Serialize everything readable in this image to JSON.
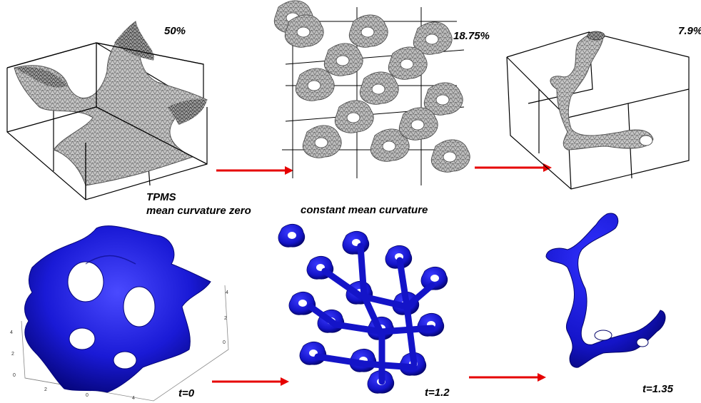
{
  "top_row": {
    "panel_1": {
      "percent": "50%"
    },
    "panel_2": {
      "percent": "18.75%"
    },
    "panel_3": {
      "percent": "7.9%"
    }
  },
  "captions": {
    "tpms_line1": "TPMS",
    "tpms_line2": "mean curvature zero",
    "cmc": "constant mean curvature"
  },
  "bottom_row": {
    "panel_1": {
      "t_label": "t=0",
      "axis_ticks": [
        "4",
        "2",
        "0",
        "4",
        "2",
        "0",
        "2",
        "0",
        "4"
      ]
    },
    "panel_2": {
      "t_label": "t=1.2"
    },
    "panel_3": {
      "t_label": "t=1.35"
    }
  },
  "colors": {
    "mesh_fill": "#b8b8b8",
    "mesh_line": "#3a3a3a",
    "surface_blue": "#1a1ad6",
    "surface_dark": "#05057a",
    "arrow": "#e60000",
    "box": "#000000"
  }
}
